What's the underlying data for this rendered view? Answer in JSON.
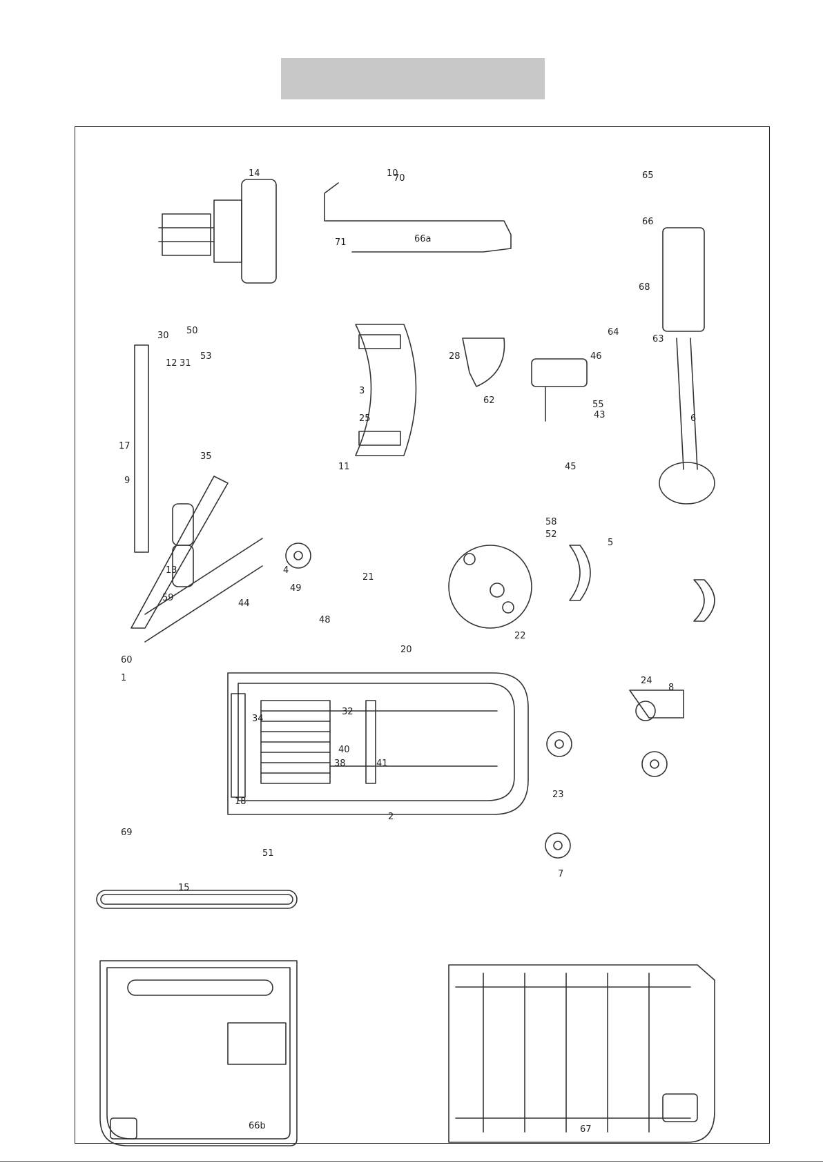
{
  "header": {
    "title_box_color": "#c8c8c8"
  },
  "diagram": {
    "part_labels": [
      "1",
      "2",
      "3",
      "4",
      "5",
      "6",
      "7",
      "8",
      "9",
      "10",
      "11",
      "12",
      "13",
      "14",
      "15",
      "17",
      "18",
      "20",
      "21",
      "22",
      "23",
      "24",
      "25",
      "28",
      "30",
      "31",
      "32",
      "34",
      "35",
      "38",
      "40",
      "41",
      "43",
      "44",
      "45",
      "46",
      "48",
      "49",
      "50",
      "51",
      "52",
      "53",
      "55",
      "58",
      "59",
      "60",
      "62",
      "63",
      "64",
      "65",
      "66",
      "66a",
      "66b",
      "67",
      "68",
      "69",
      "70",
      "71"
    ]
  }
}
